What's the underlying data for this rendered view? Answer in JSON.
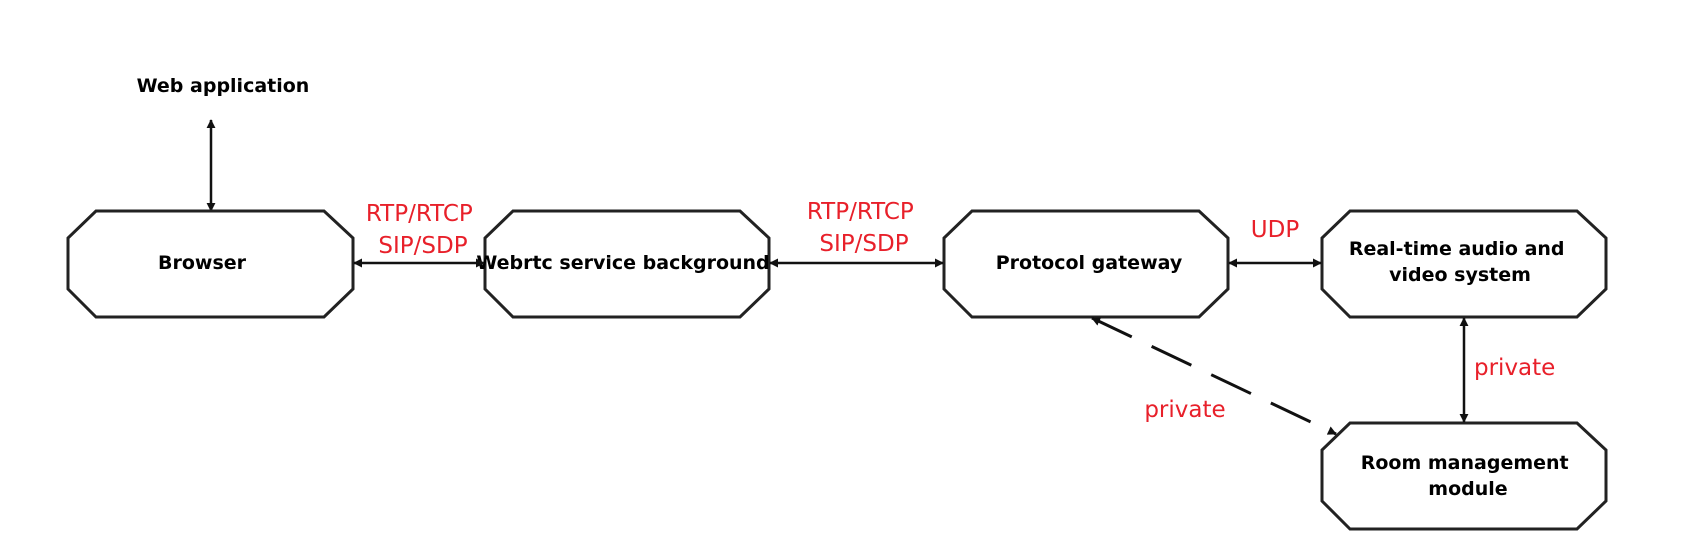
{
  "title_node": {
    "label": "Web application"
  },
  "nodes": {
    "browser": {
      "label": "Browser"
    },
    "webrtc": {
      "label": "Webrtc service background"
    },
    "gateway": {
      "label": "Protocol gateway"
    },
    "av_system": {
      "lines": [
        "Real-time audio and",
        "video system"
      ]
    },
    "room": {
      "lines": [
        "Room management",
        "module"
      ]
    }
  },
  "edges": {
    "browser_webrtc": {
      "lines": [
        "RTP/RTCP",
        "SIP/SDP"
      ]
    },
    "webrtc_gateway": {
      "lines": [
        "RTP/RTCP",
        "SIP/SDP"
      ]
    },
    "gateway_av": {
      "label": "UDP"
    },
    "av_room": {
      "label": "private"
    },
    "gateway_room": {
      "label": "private"
    }
  },
  "colors": {
    "label_accent": "#e8202a",
    "outline": "#222222",
    "text": "#000000"
  }
}
